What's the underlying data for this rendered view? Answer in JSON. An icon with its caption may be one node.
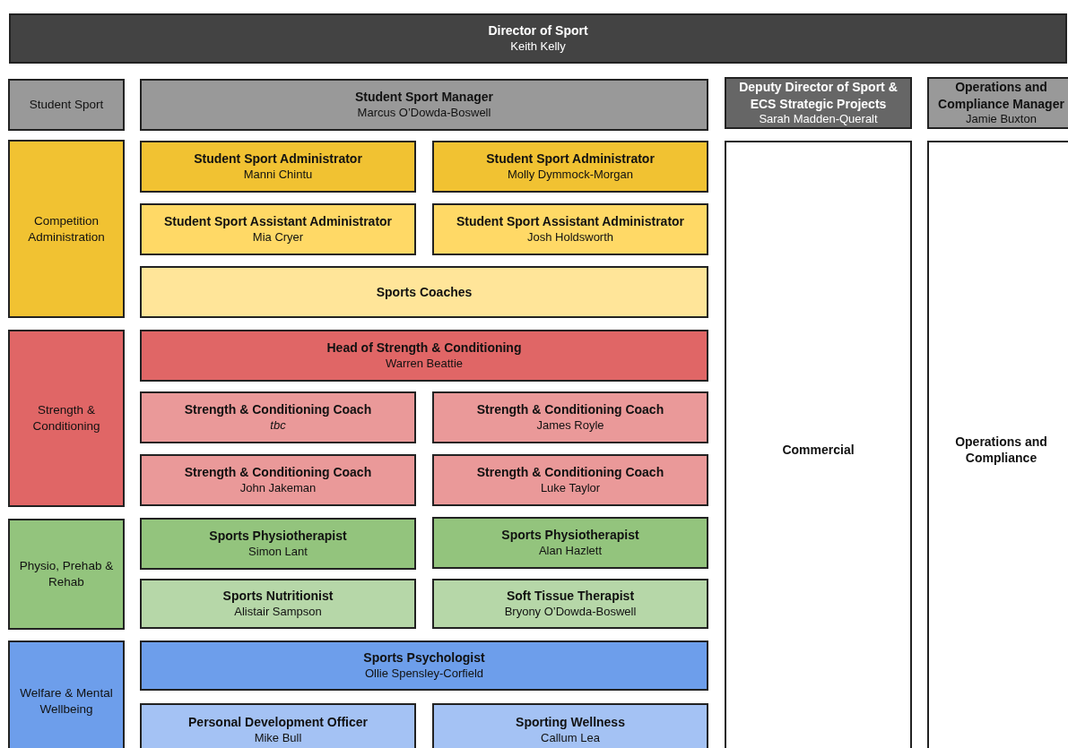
{
  "diagram": {
    "nodes": [
      {
        "text": [
          "Director of Sport",
          "Keith Kelly"
        ]
      },
      {
        "text": [
          "Student Sport"
        ]
      },
      {
        "text": [
          "Student Sport Manager",
          "Marcus O’Dowda-Boswell"
        ]
      },
      {
        "text": [
          "Deputy Director of Sport & ECS Strategic Projects",
          "Sarah Madden-Queralt"
        ]
      },
      {
        "text": [
          "Operations and Compliance Manager",
          "Jamie Buxton"
        ]
      },
      {
        "text": [
          "Competition Administration"
        ]
      },
      {
        "text": [
          "Student Sport Administrator",
          "Manni Chintu"
        ]
      },
      {
        "text": [
          "Student Sport Administrator",
          "Molly Dymmock-Morgan"
        ]
      },
      {
        "text": [
          "Student Sport Assistant Administrator",
          "Mia Cryer"
        ]
      },
      {
        "text": [
          "Student Sport Assistant Administrator",
          "Josh Holdsworth"
        ]
      },
      {
        "text": [
          "Sports Coaches"
        ]
      },
      {
        "text": [
          "Commercial"
        ]
      },
      {
        "text": [
          "Operations and Compliance"
        ]
      },
      {
        "text": [
          "Strength & Conditioning"
        ]
      },
      {
        "text": [
          "Head of Strength & Conditioning",
          "Warren Beattie"
        ]
      },
      {
        "text": [
          "Strength & Conditioning Coach",
          "tbc"
        ]
      },
      {
        "text": [
          "Strength & Conditioning Coach",
          "James Royle"
        ]
      },
      {
        "text": [
          "Strength & Conditioning Coach",
          "John Jakeman"
        ]
      },
      {
        "text": [
          "Strength & Conditioning Coach",
          "Luke Taylor"
        ]
      },
      {
        "text": [
          "Physio, Prehab & Rehab"
        ]
      },
      {
        "text": [
          "Sports Physiotherapist",
          "Simon Lant"
        ]
      },
      {
        "text": [
          "Sports Physiotherapist",
          "Alan Hazlett"
        ]
      },
      {
        "text": [
          "Sports Nutritionist",
          "Alistair Sampson"
        ]
      },
      {
        "text": [
          "Soft Tissue Therapist",
          "Bryony O’Dowda-Boswell"
        ]
      },
      {
        "text": [
          "Welfare & Mental Wellbeing"
        ]
      },
      {
        "text": [
          "Sports Psychologist",
          "Ollie Spensley-Corfield"
        ]
      },
      {
        "text": [
          "Personal Development Officer",
          "Mike Bull"
        ]
      },
      {
        "text": [
          "Sporting Wellness",
          "Callum Lea"
        ]
      }
    ]
  }
}
